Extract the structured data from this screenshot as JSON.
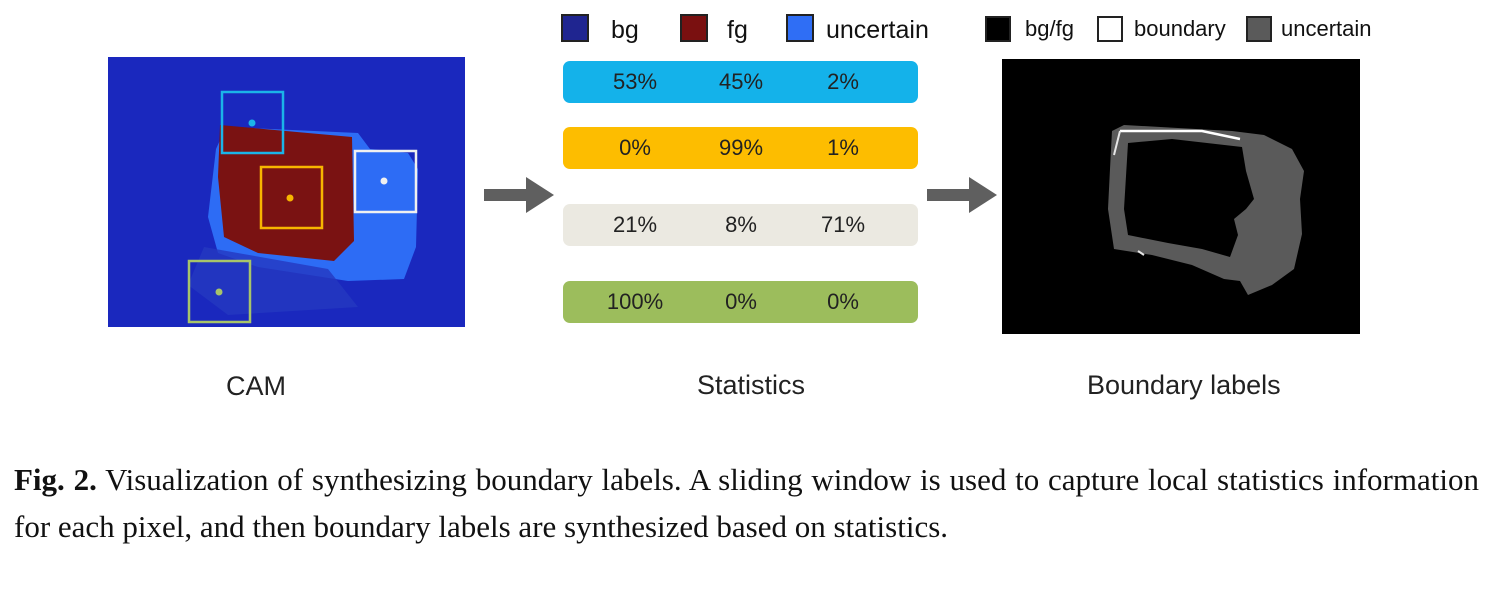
{
  "legend_left": [
    {
      "label": "bg",
      "color": "#1f2590"
    },
    {
      "label": "fg",
      "color": "#7a1010"
    },
    {
      "label": "uncertain",
      "color": "#2f6ef5"
    }
  ],
  "legend_right": [
    {
      "label": "bg/fg",
      "color": "#000000"
    },
    {
      "label": "boundary",
      "color": "#ffffff"
    },
    {
      "label": "uncertain",
      "color": "#5a5a5a"
    }
  ],
  "statistics": [
    {
      "color": "#14b2ea",
      "bg": "53%",
      "fg": "45%",
      "uncertain": "2%"
    },
    {
      "color": "#fdbd00",
      "bg": "0%",
      "fg": "99%",
      "uncertain": "1%"
    },
    {
      "color": "#ebe9e1",
      "bg": "21%",
      "fg": "8%",
      "uncertain": "71%"
    },
    {
      "color": "#9cbd5c",
      "bg": "100%",
      "fg": "0%",
      "uncertain": "0%"
    }
  ],
  "window_colors": [
    "#1bb4e8",
    "#f7b500",
    "#f0f0f0",
    "#a7c46a"
  ],
  "labels": {
    "cam": "CAM",
    "statistics": "Statistics",
    "boundary": "Boundary labels"
  },
  "caption": {
    "prefix": "Fig. 2.",
    "text": "Visualization of synthesizing boundary labels. A sliding window is used to capture local statistics information for each pixel, and then boundary labels are synthesized based on statistics."
  }
}
